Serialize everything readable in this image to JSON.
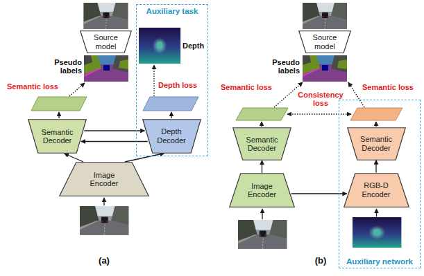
{
  "diagram": {
    "nodes": [
      {
        "text": [
          "Source model"
        ]
      },
      {
        "text": [
          "Auxiliary task"
        ]
      },
      {
        "text": [
          "Semantic Decoder"
        ]
      },
      {
        "text": [
          "Depth Decoder"
        ],
        "in": 1
      },
      {
        "text": [
          "Image Encoder"
        ]
      },
      {
        "text": [
          "Source model"
        ]
      },
      {
        "text": [
          "Semantic Decoder"
        ]
      },
      {
        "text": [
          "Auxiliary network"
        ]
      },
      {
        "text": [
          "Semantic Decoder"
        ],
        "in": 7
      },
      {
        "text": [
          "Image Encoder"
        ]
      },
      {
        "text": [
          "RGB-D Encoder"
        ],
        "in": 7
      }
    ],
    "edges": [
      {
        "from": 4,
        "to": 2,
        "arrow": "to"
      },
      {
        "from": 4,
        "to": 3,
        "arrow": "to"
      },
      {
        "from": 2,
        "to": 3,
        "arrow": "to"
      },
      {
        "from": 3,
        "to": 2,
        "arrow": "to"
      },
      {
        "from": 9,
        "to": 6,
        "arrow": "to"
      },
      {
        "from": 9,
        "to": 10,
        "arrow": "to"
      },
      {
        "from": 10,
        "to": 8,
        "arrow": "to"
      }
    ],
    "labels": [
      "Pseudo labels",
      "Semantic loss",
      "Depth",
      "Depth loss",
      "Pseudo labels",
      "Semantic loss",
      "Consistency loss",
      "Semantic loss",
      "(a)",
      "(b)"
    ]
  }
}
